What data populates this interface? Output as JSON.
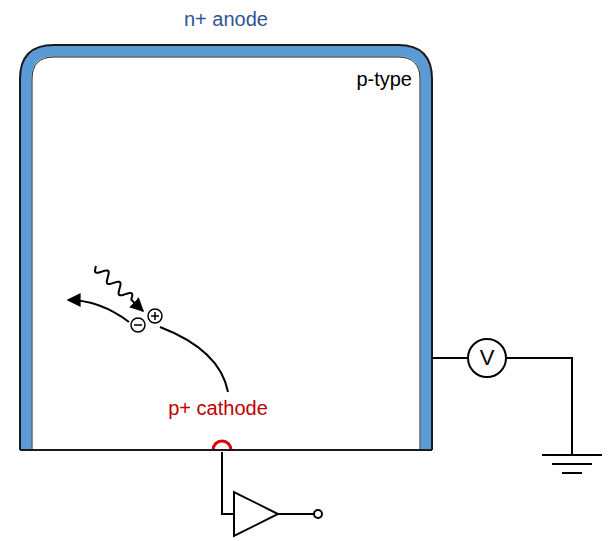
{
  "diagram": {
    "nodes": [
      {
        "text": [
          "n+ anode",
          "p-type"
        ]
      },
      {
        "text": [
          "V"
        ]
      }
    ],
    "edges": [
      {
        "from": 0,
        "to": 1,
        "arrow": "none"
      }
    ],
    "labels": [
      "p+ cathode"
    ]
  }
}
